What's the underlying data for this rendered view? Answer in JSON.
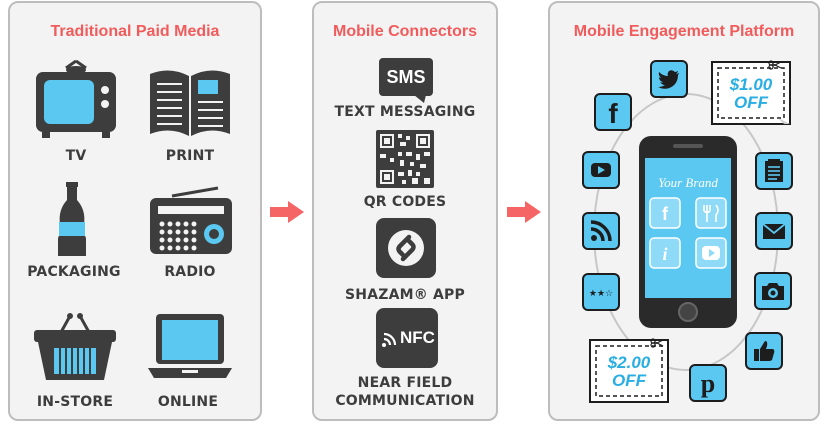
{
  "panels": {
    "traditional": {
      "title": "Traditional Paid Media",
      "items": [
        "TV",
        "PRINT",
        "PACKAGING",
        "RADIO",
        "IN-STORE",
        "ONLINE"
      ]
    },
    "connectors": {
      "title": "Mobile Connectors",
      "items": [
        "TEXT MESSAGING",
        "QR CODES",
        "SHAZAM® APP",
        "NEAR FIELD",
        "COMMUNICATION"
      ],
      "sms_icon_text": "SMS",
      "nfc_icon_text": "NFC"
    },
    "platform": {
      "title": "Mobile Engagement Platform",
      "brand_text": "Your Brand",
      "coupon_top": "$1.00",
      "coupon_bottom": "$2.00",
      "coupon_word": "OFF"
    }
  },
  "colors": {
    "title": "#f15b5b",
    "accent_blue": "#5bc8f1",
    "coupon_blue": "#29aee3",
    "dark": "#3d3d3d",
    "arrow": "#f56565"
  },
  "icons": [
    "tv-icon",
    "print-icon",
    "bottle-icon",
    "radio-icon",
    "basket-icon",
    "laptop-icon",
    "sms-icon",
    "qr-icon",
    "shazam-icon",
    "nfc-icon",
    "twitter-icon",
    "facebook-icon",
    "youtube-icon",
    "rss-icon",
    "rating-icon",
    "pinterest-icon",
    "thumbs-up-icon",
    "camera-icon",
    "mail-icon",
    "notepad-icon",
    "smartphone-icon",
    "arrow-icon",
    "scissors-icon"
  ]
}
